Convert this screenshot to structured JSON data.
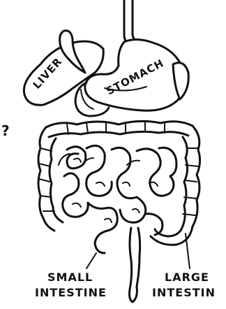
{
  "diagram": {
    "labels": {
      "liver": "LIVER",
      "stomach": "STOMACH",
      "small_intestine_line1": "SMALL",
      "small_intestine_line2": "INTESTINE",
      "large_intestine_line1": "LARGE",
      "large_intestine_line2": "INTESTIN",
      "question_mark": "?"
    },
    "ink_color": "#111111",
    "background": "#ffffff"
  }
}
